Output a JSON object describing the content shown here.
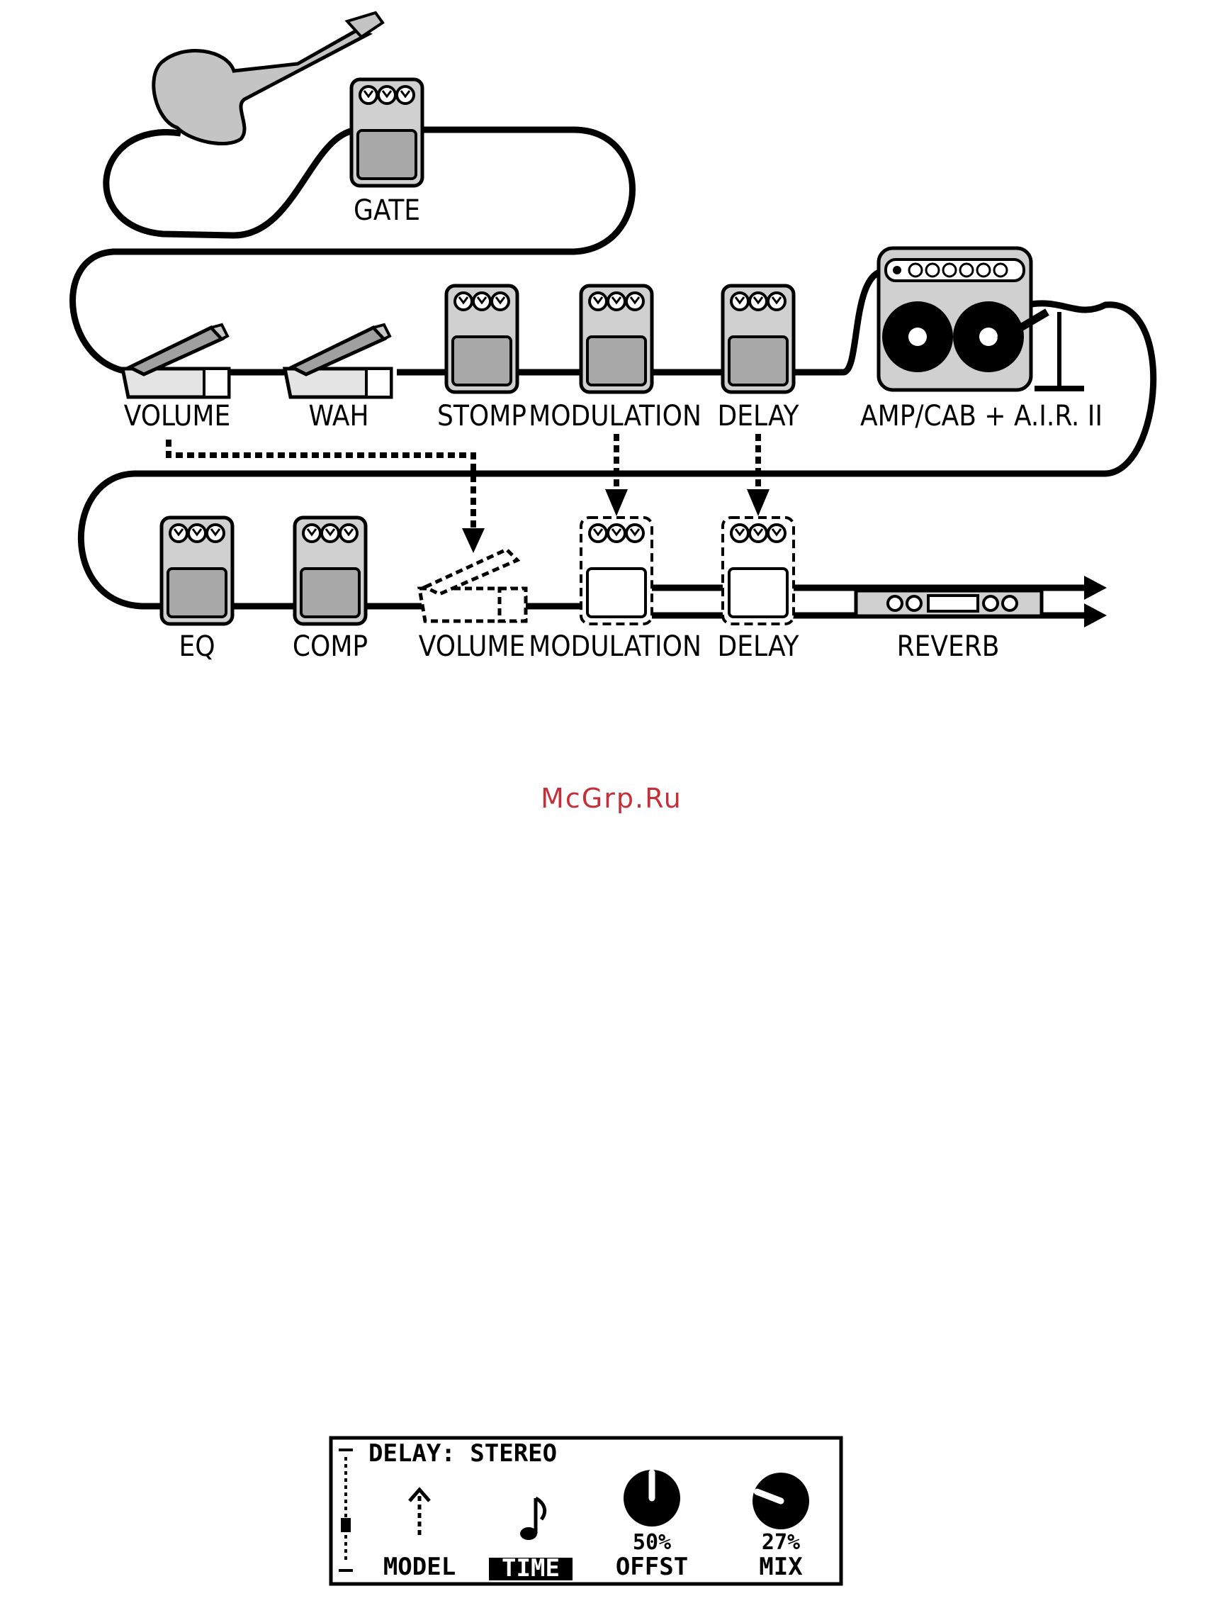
{
  "diagram": {
    "row1": {
      "gate": "GATE"
    },
    "row2": {
      "volume": "VOLUME",
      "wah": "WAH",
      "stomp": "STOMP",
      "modulation": "MODULATION",
      "delay": "DELAY",
      "amp": "AMP/CAB + A.I.R. II"
    },
    "row3": {
      "eq": "EQ",
      "comp": "COMP",
      "volume": "VOLUME",
      "modulation": "MODULATION",
      "delay": "DELAY",
      "reverb": "REVERB"
    }
  },
  "watermark": "McGrp.Ru",
  "lcd": {
    "title": "DELAY: STEREO",
    "params": [
      {
        "label": "MODEL",
        "value": "",
        "selected": false,
        "icon": "arrow-up-icon"
      },
      {
        "label": "TIME",
        "value": "",
        "selected": true,
        "icon": "eighth-note-icon"
      },
      {
        "label": "OFFST",
        "value": "50%",
        "selected": false,
        "icon": "knob-icon",
        "level": 0.5
      },
      {
        "label": "MIX",
        "value": "27%",
        "selected": false,
        "icon": "knob-icon",
        "level": 0.27
      }
    ]
  }
}
